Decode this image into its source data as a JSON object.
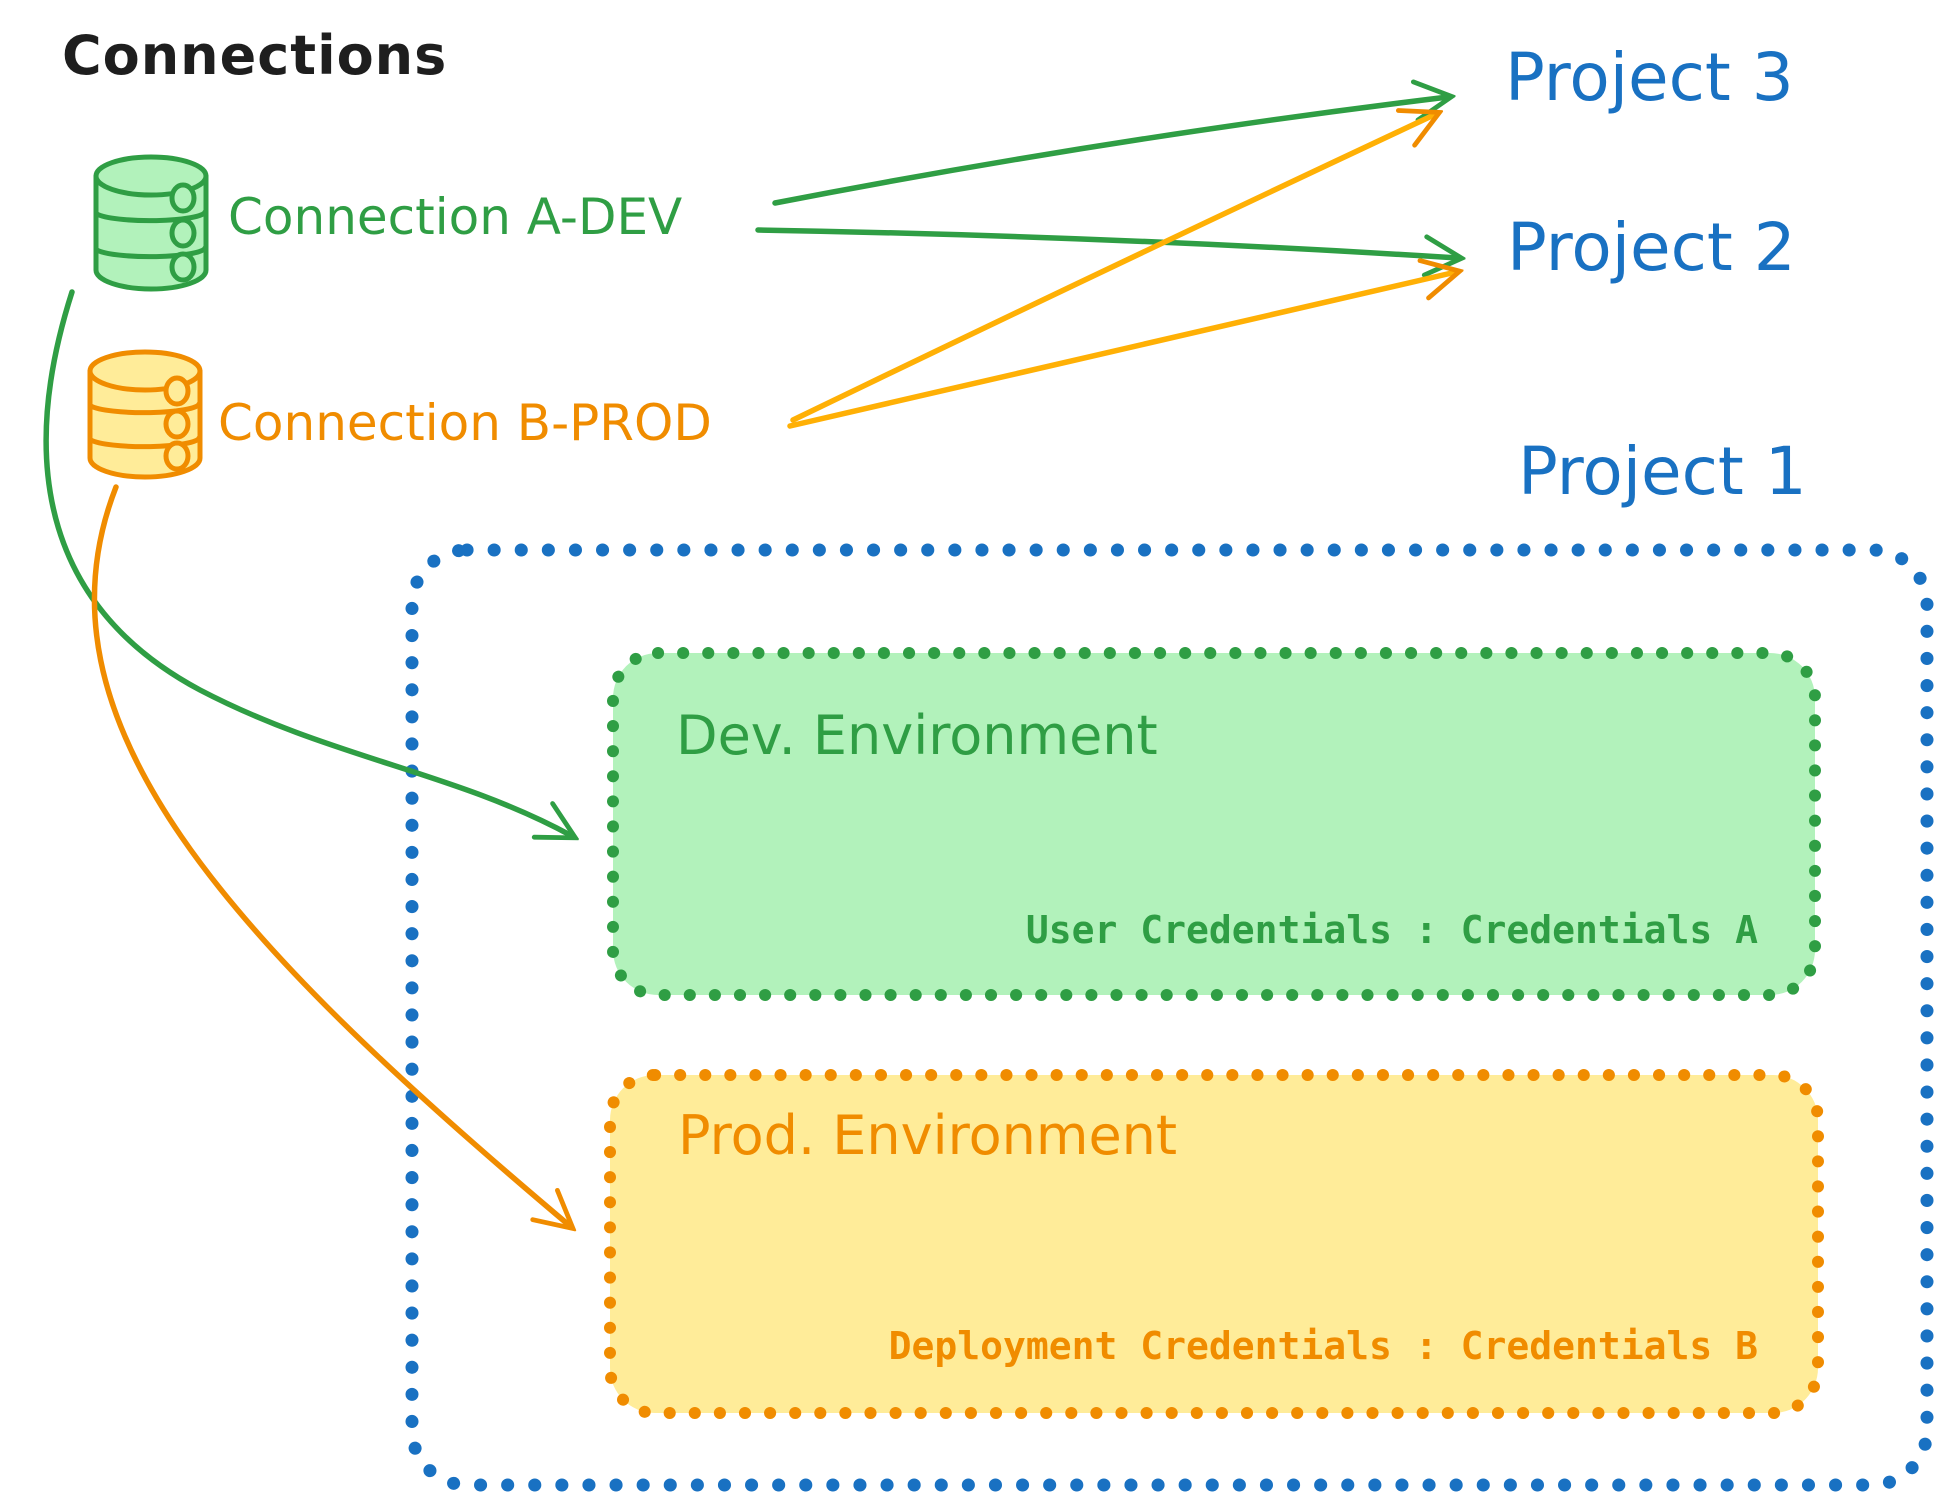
{
  "title": "Connections",
  "colors": {
    "ink": "#1e1e1e",
    "green_stroke": "#2f9e44",
    "green_fill": "#b2f2bb",
    "orange_stroke": "#f08c00",
    "orange_fill": "#ffec99",
    "blue_stroke": "#1971c2",
    "background": "#ffffff"
  },
  "connections": [
    {
      "label": "Connection A-DEV",
      "color": "#2f9e44",
      "icon": "database-cylinder-icon"
    },
    {
      "label": "Connection B-PROD",
      "color": "#f08c00",
      "icon": "database-cylinder-icon"
    }
  ],
  "projects": [
    {
      "label": "Project 3"
    },
    {
      "label": "Project 2"
    },
    {
      "label": "Project 1"
    }
  ],
  "project1": {
    "dev_environment": {
      "title": "Dev. Environment",
      "credentials_line": "User Credentials : Credentials A"
    },
    "prod_environment": {
      "title": "Prod. Environment",
      "credentials_line": "Deployment Credentials : Credentials B"
    }
  },
  "edges": [
    {
      "from": "Connection A-DEV",
      "to": "Project 3"
    },
    {
      "from": "Connection A-DEV",
      "to": "Project 2"
    },
    {
      "from": "Connection B-PROD",
      "to": "Project 3"
    },
    {
      "from": "Connection B-PROD",
      "to": "Project 2"
    },
    {
      "from": "Connection A-DEV",
      "to": "Dev. Environment"
    },
    {
      "from": "Connection B-PROD",
      "to": "Prod. Environment"
    }
  ]
}
